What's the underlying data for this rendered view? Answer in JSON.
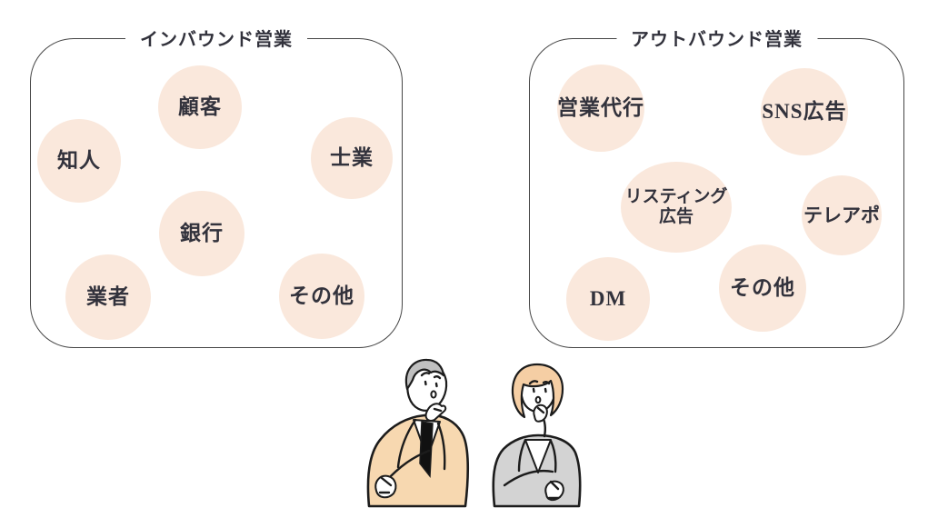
{
  "colors": {
    "bubble_fill": "#FAE8DC",
    "label_text": "#32323C",
    "box_border": "#454545",
    "title_text": "#32323C",
    "man_suit": "#F7D8B0",
    "man_hair": "#C0C0C0",
    "woman_jacket": "#D3D3D3",
    "woman_hair": "#F5CEA4",
    "outline": "#1C1C1C"
  },
  "groups": [
    {
      "title": "インバウンド営業",
      "items": [
        {
          "label": "顧客"
        },
        {
          "label": "知人"
        },
        {
          "label": "士業"
        },
        {
          "label": "銀行"
        },
        {
          "label": "業者"
        },
        {
          "label": "その他"
        }
      ]
    },
    {
      "title": "アウトバウンド営業",
      "items": [
        {
          "label": "営業代行"
        },
        {
          "label": "SNS広告"
        },
        {
          "label": "リスティング\n広告"
        },
        {
          "label": "テレアポ"
        },
        {
          "label": "DM"
        },
        {
          "label": "その他"
        }
      ]
    }
  ],
  "illustration": {
    "name": "two-thinking-businesspeople"
  }
}
